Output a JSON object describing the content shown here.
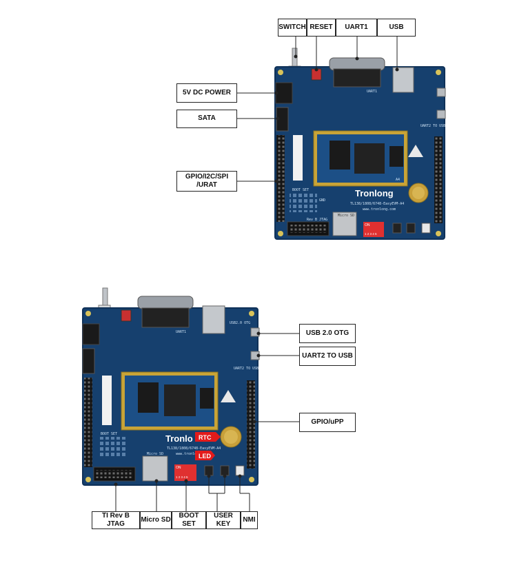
{
  "labels": {
    "switch": "SWITCH",
    "reset": "RESET",
    "uart1": "UART1",
    "usb": "USB",
    "dc_power": "5V DC POWER",
    "sata": "SATA",
    "gpio_i2c_spi_line1": "GPIO/I2C/SPI",
    "gpio_i2c_spi_line2": "/URAT",
    "usb_otg": "USB 2.0 OTG",
    "uart2_to_usb": "UART2 TO USB",
    "gpio_upp": "GPIO/uPP",
    "jtag": "TI Rev B JTAG",
    "micro_sd": "Micro SD",
    "boot_set": "BOOT SET",
    "user_key": "USER KEY",
    "nmi": "NMI"
  },
  "callouts": {
    "rtc": "RTC",
    "led": "LED"
  },
  "board_silk": {
    "brand": "Tronlong",
    "brand_partial": "Tronlo",
    "model": "TL138/1808/6748-EasyEVM-A4",
    "website": "www.tronlong.com",
    "website_partial": "www.tronlon",
    "boot_set": "BOOT SET",
    "jtag": "Rev B JTAG",
    "uart1": "UART1",
    "uart2": "UART2 TO USB",
    "usb_otg": "USB2.0 OTG",
    "gnd": "GND",
    "micro_sd": "Micro SD",
    "on": "ON",
    "dip_numbers": "1 2 3 4 5",
    "a4": "A4"
  },
  "colors": {
    "pcb": "#16406e",
    "pcb_edge": "#0f3158",
    "gold": "#c9a437",
    "callout_red": "#e31b1b",
    "dip_red": "#e03030",
    "line": "#222222"
  }
}
